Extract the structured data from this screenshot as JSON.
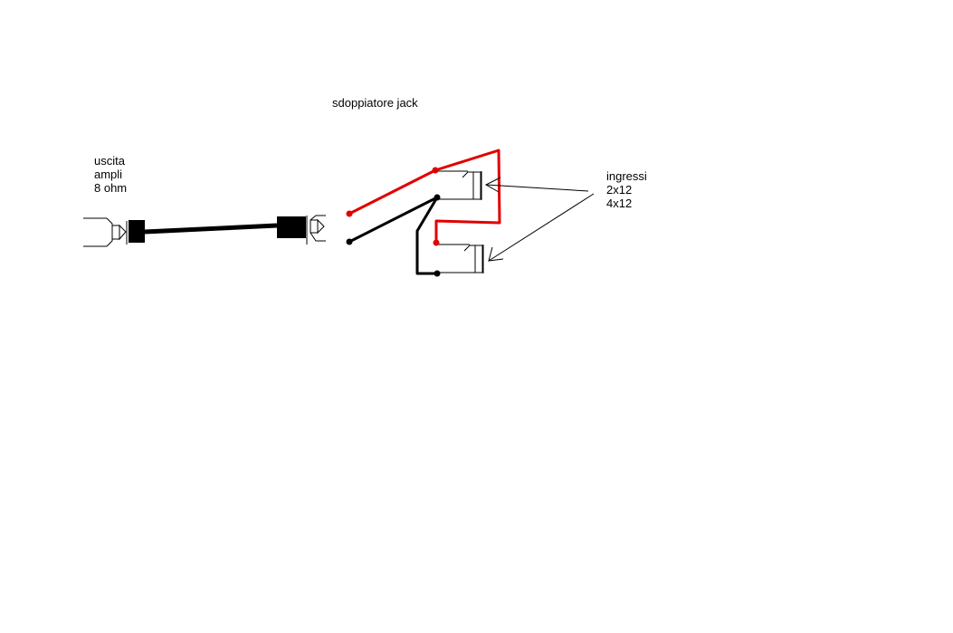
{
  "title": "sdoppiatore jack",
  "output_label": {
    "line1": "uscita",
    "line2": "ampli",
    "line3": "8 ohm"
  },
  "inputs_label": {
    "line1": "ingressi",
    "line2": "2x12",
    "line3": "4x12"
  },
  "colors": {
    "hot_wire": "#e00000",
    "ground_wire": "#000000",
    "background": "#ffffff"
  }
}
